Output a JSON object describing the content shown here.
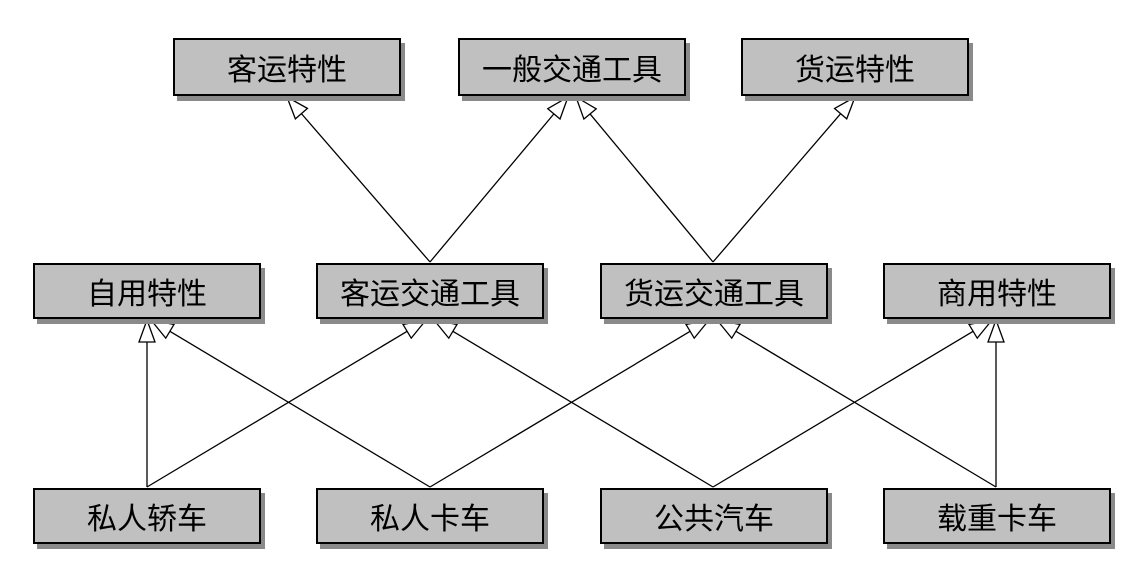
{
  "colors": {
    "node_fill": "#c0c0c0",
    "node_border": "#000000",
    "shadow": "#8a8a8a",
    "line": "#000000",
    "background": "#ffffff"
  },
  "nodes": {
    "passenger_traits": "客运特性",
    "general_vehicle": "一般交通工具",
    "freight_traits": "货运特性",
    "private_traits": "自用特性",
    "passenger_vehicle": "客运交通工具",
    "freight_vehicle": "货运交通工具",
    "commercial_traits": "商用特性",
    "private_sedan": "私人轿车",
    "private_truck": "私人卡车",
    "public_bus": "公共汽车",
    "heavy_truck": "载重卡车"
  },
  "edges": [
    {
      "from": "passenger_vehicle",
      "to": "passenger_traits",
      "type": "generalization"
    },
    {
      "from": "passenger_vehicle",
      "to": "general_vehicle",
      "type": "generalization"
    },
    {
      "from": "freight_vehicle",
      "to": "general_vehicle",
      "type": "generalization"
    },
    {
      "from": "freight_vehicle",
      "to": "freight_traits",
      "type": "generalization"
    },
    {
      "from": "private_sedan",
      "to": "private_traits",
      "type": "generalization"
    },
    {
      "from": "private_sedan",
      "to": "passenger_vehicle",
      "type": "generalization"
    },
    {
      "from": "private_truck",
      "to": "private_traits",
      "type": "generalization"
    },
    {
      "from": "private_truck",
      "to": "freight_vehicle",
      "type": "generalization"
    },
    {
      "from": "public_bus",
      "to": "passenger_vehicle",
      "type": "generalization"
    },
    {
      "from": "public_bus",
      "to": "commercial_traits",
      "type": "generalization"
    },
    {
      "from": "heavy_truck",
      "to": "freight_vehicle",
      "type": "generalization"
    },
    {
      "from": "heavy_truck",
      "to": "commercial_traits",
      "type": "generalization"
    }
  ]
}
